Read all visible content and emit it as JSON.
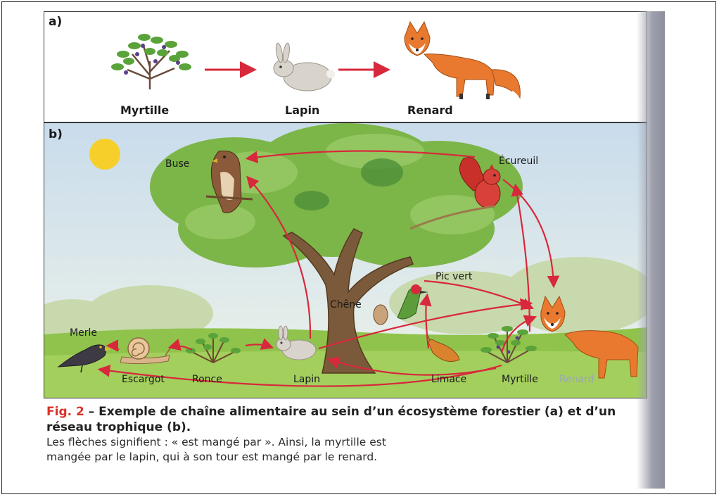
{
  "panel_a": {
    "letter": "a)",
    "chain": [
      {
        "label": "Myrtille"
      },
      {
        "label": "Lapin"
      },
      {
        "label": "Renard"
      }
    ]
  },
  "panel_b": {
    "letter": "b)",
    "organisms": {
      "buse": "Buse",
      "ecureuil": "Écureuil",
      "pic_vert": "Pic vert",
      "chene": "Chêne",
      "merle": "Merle",
      "escargot": "Escargot",
      "ronce": "Ronce",
      "lapin": "Lapin",
      "limace": "Limace",
      "myrtille": "Myrtille",
      "renard": "Renard"
    }
  },
  "caption": {
    "fig_number": "Fig. 2",
    "title": " – Exemple de chaîne alimentaire au sein d’un écosystème forestier (a) et d’un réseau trophique (b).",
    "line3": "Les flèches signifient : « est mangé par ». Ainsi, la myrtille est",
    "line4": "mangée par le lapin, qui à son tour est mangé par le renard."
  },
  "colors": {
    "arrow": "#d8283c",
    "fig_label": "#d9312b",
    "sky": "#d6e4ee",
    "grass": "#8fc34c",
    "foliage": "#7cb548",
    "trunk": "#7a5a3a",
    "fox": "#e8792e"
  }
}
